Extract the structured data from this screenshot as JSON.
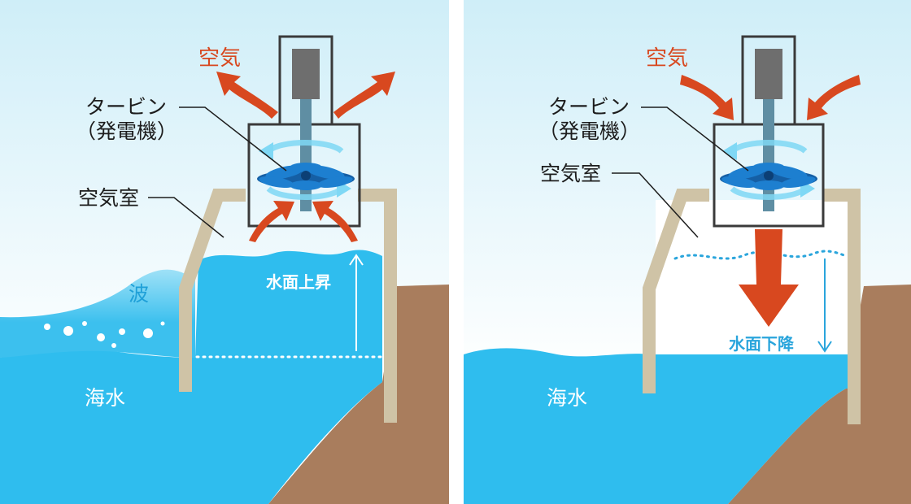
{
  "colors": {
    "sky_top": "#cfeef8",
    "sky_bottom": "#ffffff",
    "water": "#2fbdee",
    "water_light": "#5ccdf2",
    "ground": "#a97d5d",
    "wall": "#cfc3a6",
    "air_arrow": "#d8481f",
    "swirl": "#7fd8f5",
    "turbine": "#1d7fd0",
    "frame": "#3a3a3a",
    "generator": "#6e6e6e",
    "divider": "#ffffff"
  },
  "panels": [
    {
      "air_label": "空気",
      "turbine_label_line1": "タービン",
      "turbine_label_line2": "（発電機）",
      "chamber_label": "空気室",
      "wave_label": "波",
      "level_label": "水面上昇",
      "sea_label": "海水"
    },
    {
      "air_label": "空気",
      "turbine_label_line1": "タービン",
      "turbine_label_line2": "（発電機）",
      "chamber_label": "空気室",
      "level_label": "水面下降",
      "sea_label": "海水"
    }
  ]
}
